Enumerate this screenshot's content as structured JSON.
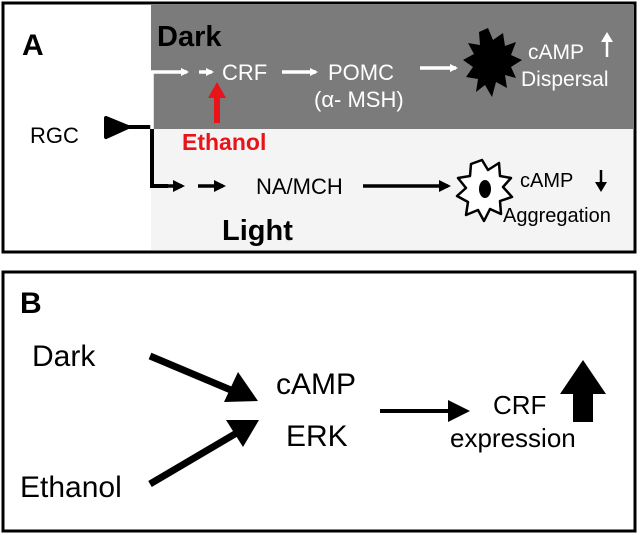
{
  "panel_a": {
    "label": "A",
    "dark_title": "Dark",
    "light_title": "Light",
    "rgc": "RGC",
    "crf": "CRF",
    "pomc": "POMC",
    "msh": "(α- MSH)",
    "ethanol": "Ethanol",
    "camp_up": "cAMP",
    "dispersal": "Dispersal",
    "na_mch": "NA/MCH",
    "camp_down": "cAMP",
    "aggregation": "Aggregation"
  },
  "panel_b": {
    "label": "B",
    "dark": "Dark",
    "ethanol": "Ethanol",
    "camp": "cAMP",
    "erk": "ERK",
    "crf": "CRF",
    "expression": "expression"
  },
  "colors": {
    "dark_zone": "#7b7b7b",
    "light_zone": "#f4f4f4",
    "ethanol_red": "#e8141a",
    "ink": "#000000"
  }
}
